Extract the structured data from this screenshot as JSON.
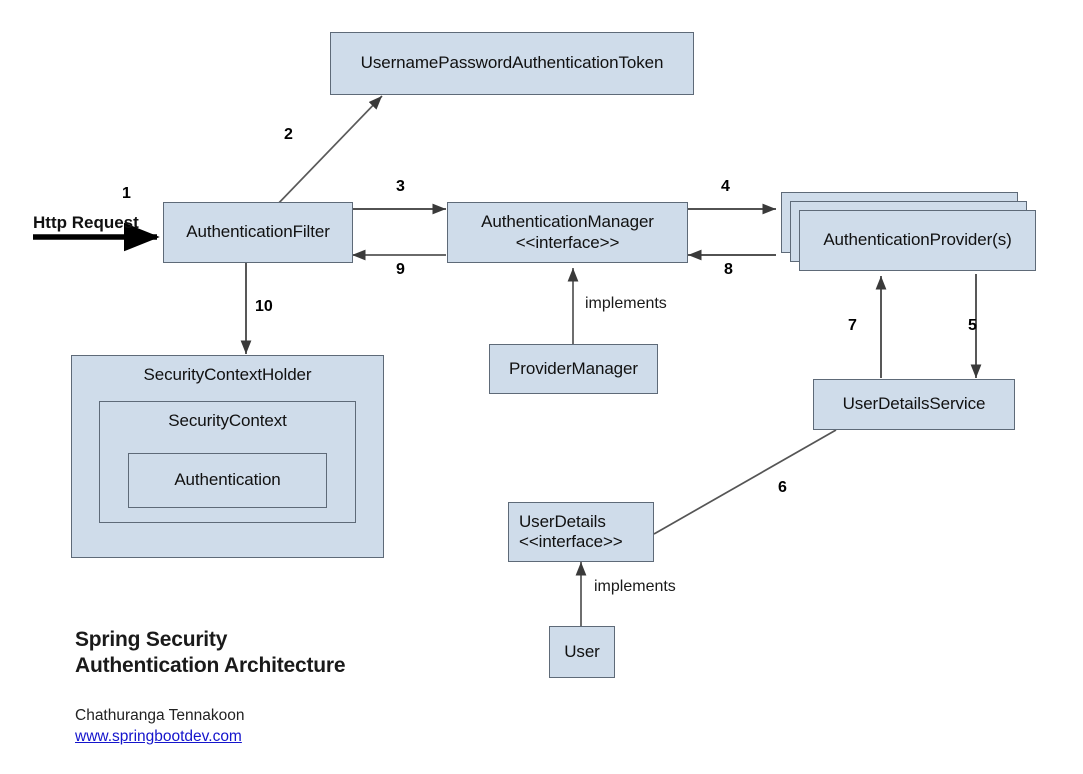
{
  "diagram": {
    "title_lines": "Spring Security\nAuthentication Architecture",
    "author": "Chathuranga Tennakoon",
    "link": "www.springbootdev.com",
    "colors": {
      "node_fill": "#cfdcea",
      "node_border": "#5e6a78",
      "link": "#1414cc",
      "arrow": "#3a3a3a",
      "background": "#ffffff"
    },
    "nodes": [
      {
        "id": "token",
        "label": "UsernamePasswordAuthenticationToken",
        "sub": ""
      },
      {
        "id": "filter",
        "label": "AuthenticationFilter",
        "sub": ""
      },
      {
        "id": "manager",
        "label": "AuthenticationManager",
        "sub": "<<interface>>"
      },
      {
        "id": "provider",
        "label": "AuthenticationProvider(s)",
        "sub": ""
      },
      {
        "id": "provider-manager",
        "label": "ProviderManager",
        "sub": ""
      },
      {
        "id": "user-details-service",
        "label": "UserDetailsService",
        "sub": ""
      },
      {
        "id": "user-details",
        "label": "UserDetails",
        "sub": "<<interface>>"
      },
      {
        "id": "user",
        "label": "User",
        "sub": ""
      },
      {
        "id": "security-context-holder",
        "label": "SecurityContextHolder",
        "sub": ""
      },
      {
        "id": "security-context",
        "label": "SecurityContext",
        "sub": ""
      },
      {
        "id": "authentication",
        "label": "Authentication",
        "sub": ""
      }
    ],
    "entry": {
      "label": "Http Request",
      "step": "1"
    },
    "edges": [
      {
        "n": "1",
        "label": "1",
        "from": "http-request",
        "to": "filter"
      },
      {
        "n": "2",
        "label": "2",
        "from": "filter",
        "to": "token"
      },
      {
        "n": "3",
        "label": "3",
        "from": "filter",
        "to": "manager"
      },
      {
        "n": "4",
        "label": "4",
        "from": "manager",
        "to": "provider"
      },
      {
        "n": "5",
        "label": "5",
        "from": "provider",
        "to": "user-details-service"
      },
      {
        "n": "6",
        "label": "6",
        "from": "user-details-service",
        "to": "user-details"
      },
      {
        "n": "7",
        "label": "7",
        "from": "user-details-service",
        "to": "provider"
      },
      {
        "n": "8",
        "label": "8",
        "from": "provider",
        "to": "manager"
      },
      {
        "n": "9",
        "label": "9",
        "from": "manager",
        "to": "filter"
      },
      {
        "n": "10",
        "label": "10",
        "from": "filter",
        "to": "security-context-holder"
      }
    ],
    "relations": [
      {
        "label": "implements",
        "from": "provider-manager",
        "to": "manager"
      },
      {
        "label": "implements",
        "from": "user",
        "to": "user-details"
      }
    ]
  }
}
